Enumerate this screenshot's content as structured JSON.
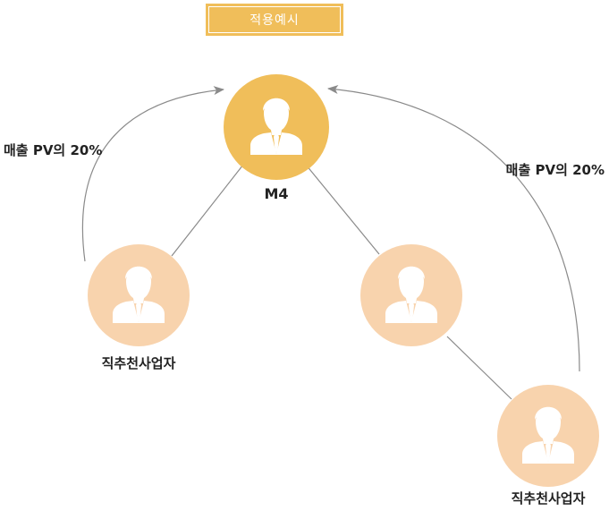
{
  "title": "적용예시",
  "colors": {
    "badge": "#f0be5a",
    "top_node": "#f0be5a",
    "sub_node": "#f8d3ad",
    "connector": "#8a8a8a",
    "arrow": "#8a8a8a",
    "label_text": "#222222"
  },
  "icons": {
    "person": "person-icon",
    "arrow": "arrowhead-icon"
  },
  "nodes": {
    "top": {
      "label": "M4"
    },
    "left": {
      "label": "직추천사업자"
    },
    "right_mid": {
      "label": ""
    },
    "bottom_right": {
      "label": "직추천사업자"
    }
  },
  "edges": {
    "left_arrow_label": "매출 PV의 20%",
    "right_arrow_label": "매출 PV의 20%"
  }
}
